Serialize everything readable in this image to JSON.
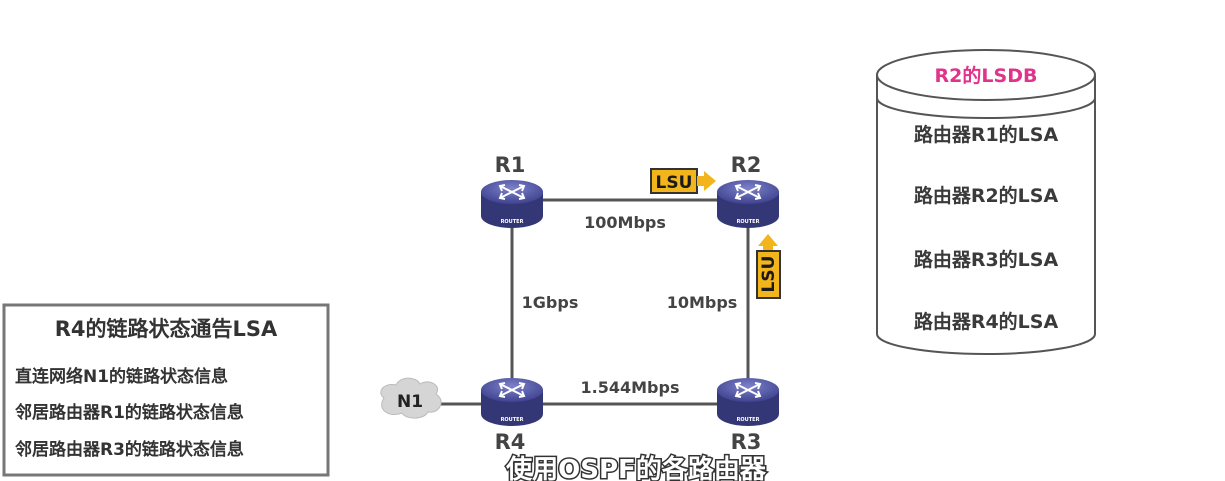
{
  "routers": {
    "r1": {
      "name": "R1",
      "tag": "ROUTER"
    },
    "r2": {
      "name": "R2",
      "tag": "ROUTER"
    },
    "r3": {
      "name": "R3",
      "tag": "ROUTER"
    },
    "r4": {
      "name": "R4",
      "tag": "ROUTER"
    }
  },
  "network": {
    "n1": "N1"
  },
  "links": {
    "r1_r2": "100Mbps",
    "r1_r4": "1Gbps",
    "r2_r3": "10Mbps",
    "r4_r3": "1.544Mbps"
  },
  "badges": {
    "lsu_top": "LSU",
    "lsu_side": "LSU"
  },
  "lsdb": {
    "title": "R2的LSDB",
    "entries": [
      "路由器R1的LSA",
      "路由器R2的LSA",
      "路由器R3的LSA",
      "路由器R4的LSA"
    ]
  },
  "lsa_box": {
    "title": "R4的链路状态通告LSA",
    "items": [
      "直连网络N1的链路状态信息",
      "邻居路由器R1的链路状态信息",
      "邻居路由器R3的链路状态信息"
    ]
  },
  "subtitle": "使用OSPF的各路由器",
  "colors": {
    "router": "#4a4e9a",
    "lsu": "#f2b51b",
    "lsdb_title": "#e0338a"
  }
}
